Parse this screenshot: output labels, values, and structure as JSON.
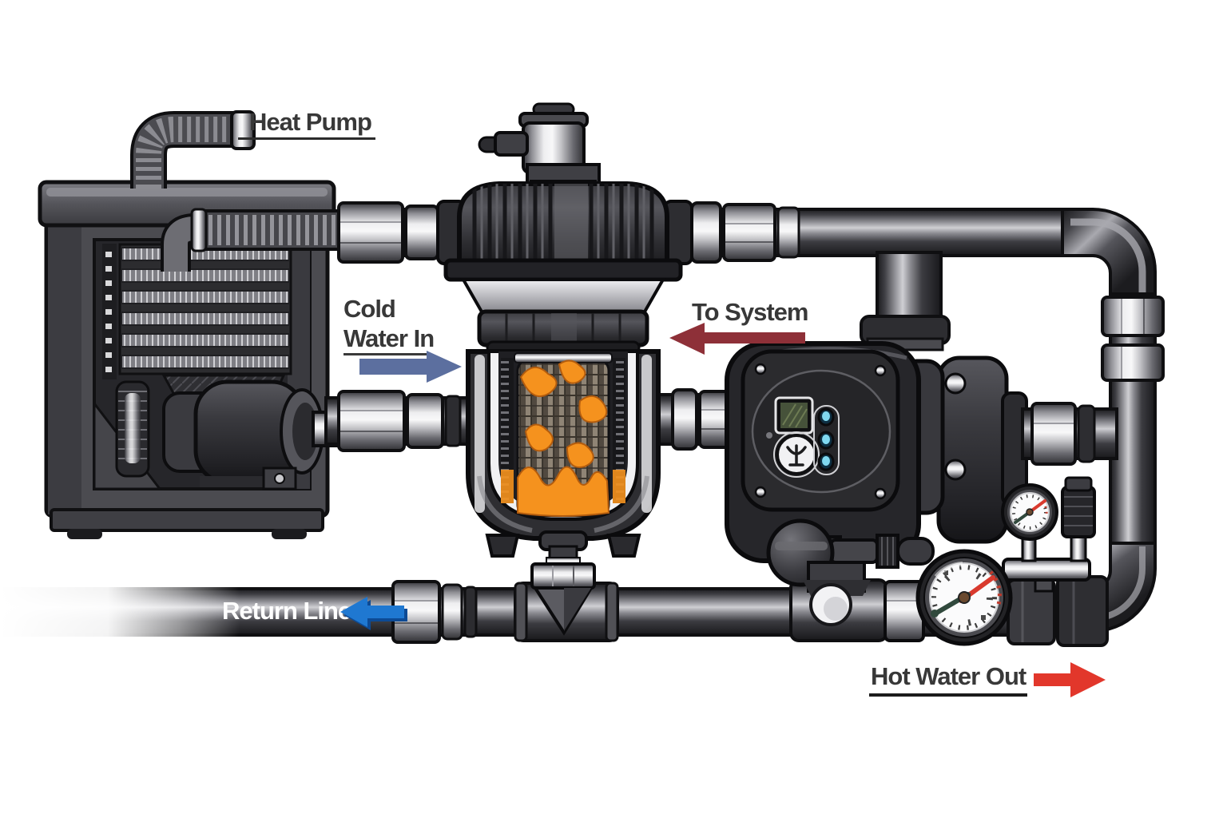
{
  "diagram": {
    "background_color": "#ffffff",
    "labels": {
      "heat_pump": "Heat Pump",
      "cold_water_line1": "Cold",
      "cold_water_line2": "Water In",
      "to_system": "To System",
      "return_line": "Return Line",
      "hot_water_out": "Hot Water Out"
    },
    "arrows": {
      "cold_water_in": {
        "direction": "right",
        "color": "#5c6f9f"
      },
      "to_system": {
        "direction": "left",
        "color": "#8e3038"
      },
      "return_line": {
        "direction": "left",
        "color": "#1f78d1"
      },
      "hot_water_out": {
        "direction": "right",
        "color": "#e2372b"
      }
    },
    "colors": {
      "label_text": "#383838",
      "return_line_text": "#ffffff",
      "underline": "#2b2b2b",
      "pipe_dark": "#3f3f44",
      "chrome": "#eeeef0",
      "filter_sediment": "#f5921e",
      "filter_sediment_shade": "#c96a12",
      "pump_lcd": "#46523a",
      "pump_button": "#7fd8f0",
      "gauge_face": "#fbfbfc",
      "gauge_needle": "#d93a2e",
      "gauge_needle_tail": "#31493d"
    }
  }
}
